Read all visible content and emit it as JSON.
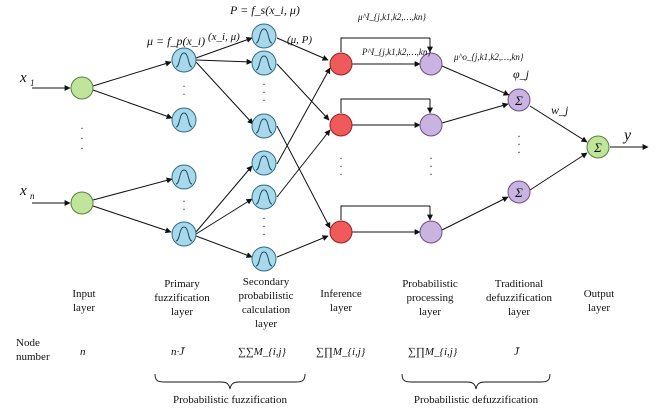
{
  "formulas": {
    "mu_primary": "μ = f_p(x_i)",
    "p_secondary": "P = f_s(x_i, μ)",
    "edge_x_mu": "(x_i, μ)",
    "edge_mu_p": "(μ, P)",
    "mu_jk": "μ^I_{j,k1,k2,…,kn}",
    "p_jk": "P^I_{j,k1,k2,…,kn}",
    "mu_o": "μ^o_{j,k1,k2,…,kn}",
    "phi": "φ_j",
    "w": "w_j",
    "y": "y"
  },
  "inputs": {
    "x1": "x",
    "x1_sub": "1",
    "xn": "x",
    "xn_sub": "n"
  },
  "layers": [
    {
      "id": "input",
      "l1": "Input",
      "l2": "layer",
      "l3": "",
      "l4": ""
    },
    {
      "id": "primary",
      "l1": "Primary",
      "l2": "fuzzification",
      "l3": "layer",
      "l4": ""
    },
    {
      "id": "secondary",
      "l1": "Secondary",
      "l2": "probabilistic",
      "l3": "calculation",
      "l4": "layer"
    },
    {
      "id": "inference",
      "l1": "Inference",
      "l2": "layer",
      "l3": "",
      "l4": ""
    },
    {
      "id": "probproc",
      "l1": "Probabilistic",
      "l2": "processing",
      "l3": "layer",
      "l4": ""
    },
    {
      "id": "tradfuzz",
      "l1": "Traditional",
      "l2": "defuzzification",
      "l3": "layer",
      "l4": ""
    },
    {
      "id": "output",
      "l1": "Output",
      "l2": "layer",
      "l3": "",
      "l4": ""
    }
  ],
  "node_number": {
    "label_1": "Node",
    "label_2": "number",
    "input": "n",
    "primary": "n·J̄",
    "secondary": "∑∑M_{i,j}",
    "inference": "∑∏M_{i,j}",
    "probproc": "∑∏M_{i,j}",
    "tradfuzz": "J̄"
  },
  "groups": {
    "fuzz": "Probabilistic  fuzzification",
    "defuzz": "Probabilistic  defuzzification"
  },
  "sum_symbol": "Σ",
  "colors": {
    "input_node": "#bfe59a",
    "membership_node": "#a8d8ea",
    "inference_node": "#f05a5a",
    "processing_node": "#c9b3e0"
  }
}
